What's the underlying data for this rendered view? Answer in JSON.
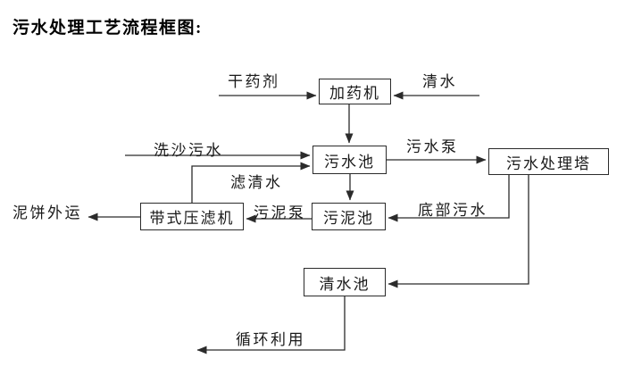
{
  "title": "污水处理工艺流程框图:",
  "diagram": {
    "type": "flowchart",
    "nodes": {
      "dosing_machine": {
        "label": "加药机"
      },
      "sewage_pool": {
        "label": "污水池"
      },
      "treatment_tower": {
        "label": "污水处理塔"
      },
      "sludge_pool": {
        "label": "污泥池"
      },
      "belt_filter_press": {
        "label": "带式压滤机"
      },
      "clean_water_pool": {
        "label": "清水池"
      }
    },
    "flow_labels": {
      "dry_agent": "干药剂",
      "clean_water": "清水",
      "sand_wash_sewage": "洗沙污水",
      "sewage_pump": "污水泵",
      "filtered_water": "滤清水",
      "sludge_pump": "污泥泵",
      "bottom_sewage": "底部污水",
      "mud_cake_out": "泥饼外运",
      "recycle_use": "循环利用"
    },
    "edges": [
      {
        "from": "external",
        "to": "dosing_machine",
        "label": "干药剂"
      },
      {
        "from": "external",
        "to": "dosing_machine",
        "label": "清水"
      },
      {
        "from": "dosing_machine",
        "to": "sewage_pool",
        "label": ""
      },
      {
        "from": "external",
        "to": "sewage_pool",
        "label": "洗沙污水"
      },
      {
        "from": "belt_filter_press",
        "to": "sewage_pool",
        "label": "滤清水"
      },
      {
        "from": "sewage_pool",
        "to": "treatment_tower",
        "label": "污水泵"
      },
      {
        "from": "sewage_pool",
        "to": "sludge_pool",
        "label": ""
      },
      {
        "from": "treatment_tower",
        "to": "sludge_pool",
        "label": "底部污水"
      },
      {
        "from": "sludge_pool",
        "to": "belt_filter_press",
        "label": "污泥泵"
      },
      {
        "from": "belt_filter_press",
        "to": "external",
        "label": "泥饼外运"
      },
      {
        "from": "treatment_tower",
        "to": "clean_water_pool",
        "label": ""
      },
      {
        "from": "clean_water_pool",
        "to": "external",
        "label": "循环利用"
      }
    ],
    "colors": {
      "line": "#2b2b2b",
      "text": "#1a1a1a",
      "background": "#ffffff"
    }
  }
}
